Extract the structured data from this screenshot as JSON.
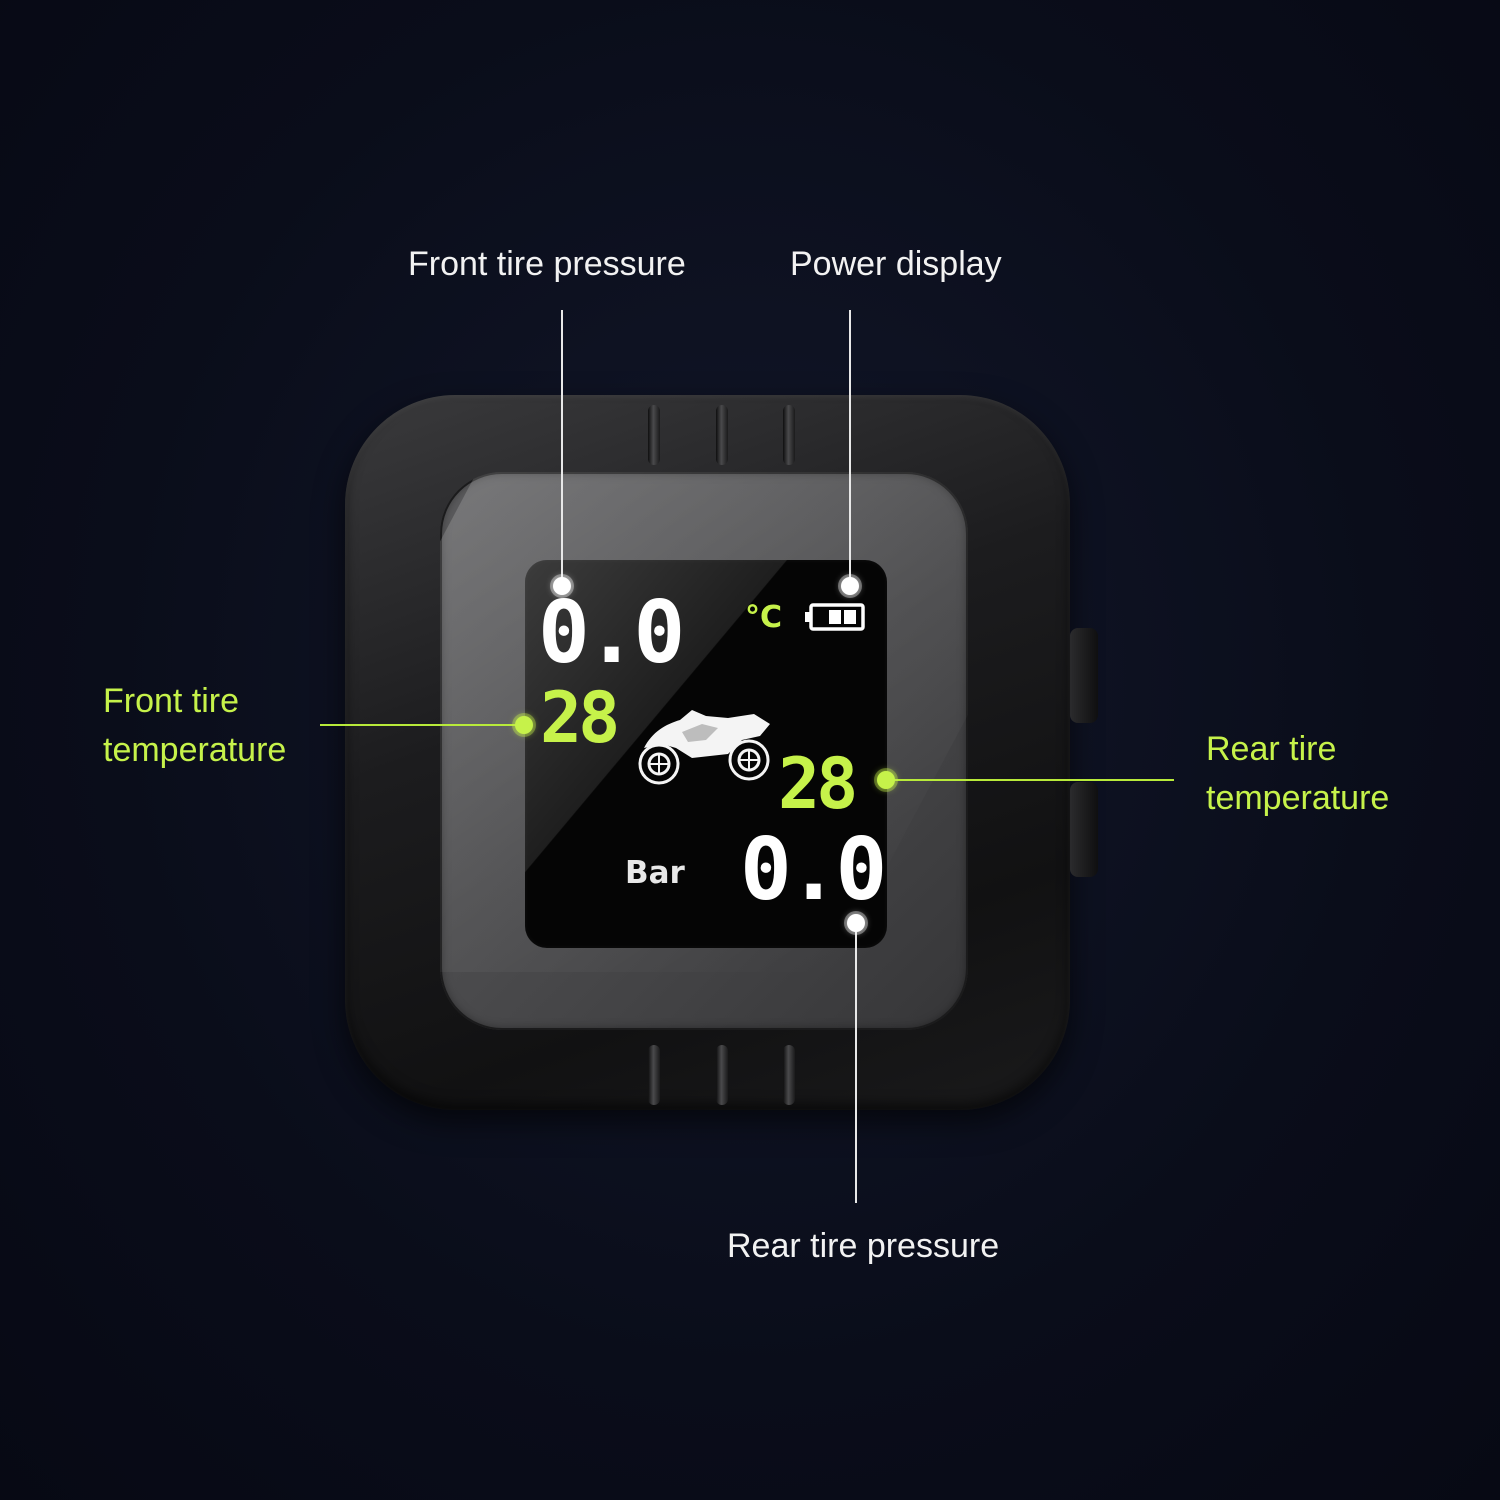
{
  "callouts": {
    "front_tire_pressure": "Front tire pressure",
    "power_display": "Power display",
    "front_tire_temperature": [
      "Front tire",
      "temperature"
    ],
    "rear_tire_temperature": [
      "Rear tire",
      "temperature"
    ],
    "rear_tire_pressure": "Rear tire pressure"
  },
  "display": {
    "front_pressure": "0.0",
    "front_temperature": "28",
    "rear_temperature": "28",
    "rear_pressure": "0.0",
    "temperature_unit": "°C",
    "pressure_unit": "Bar",
    "battery_level_fraction": 0.67
  },
  "colors": {
    "accent_green": "#c6f24a",
    "background": "#0a0d1a",
    "text_white": "#f2f2f2"
  },
  "icons": [
    "battery-icon",
    "motorcycle-icon"
  ]
}
